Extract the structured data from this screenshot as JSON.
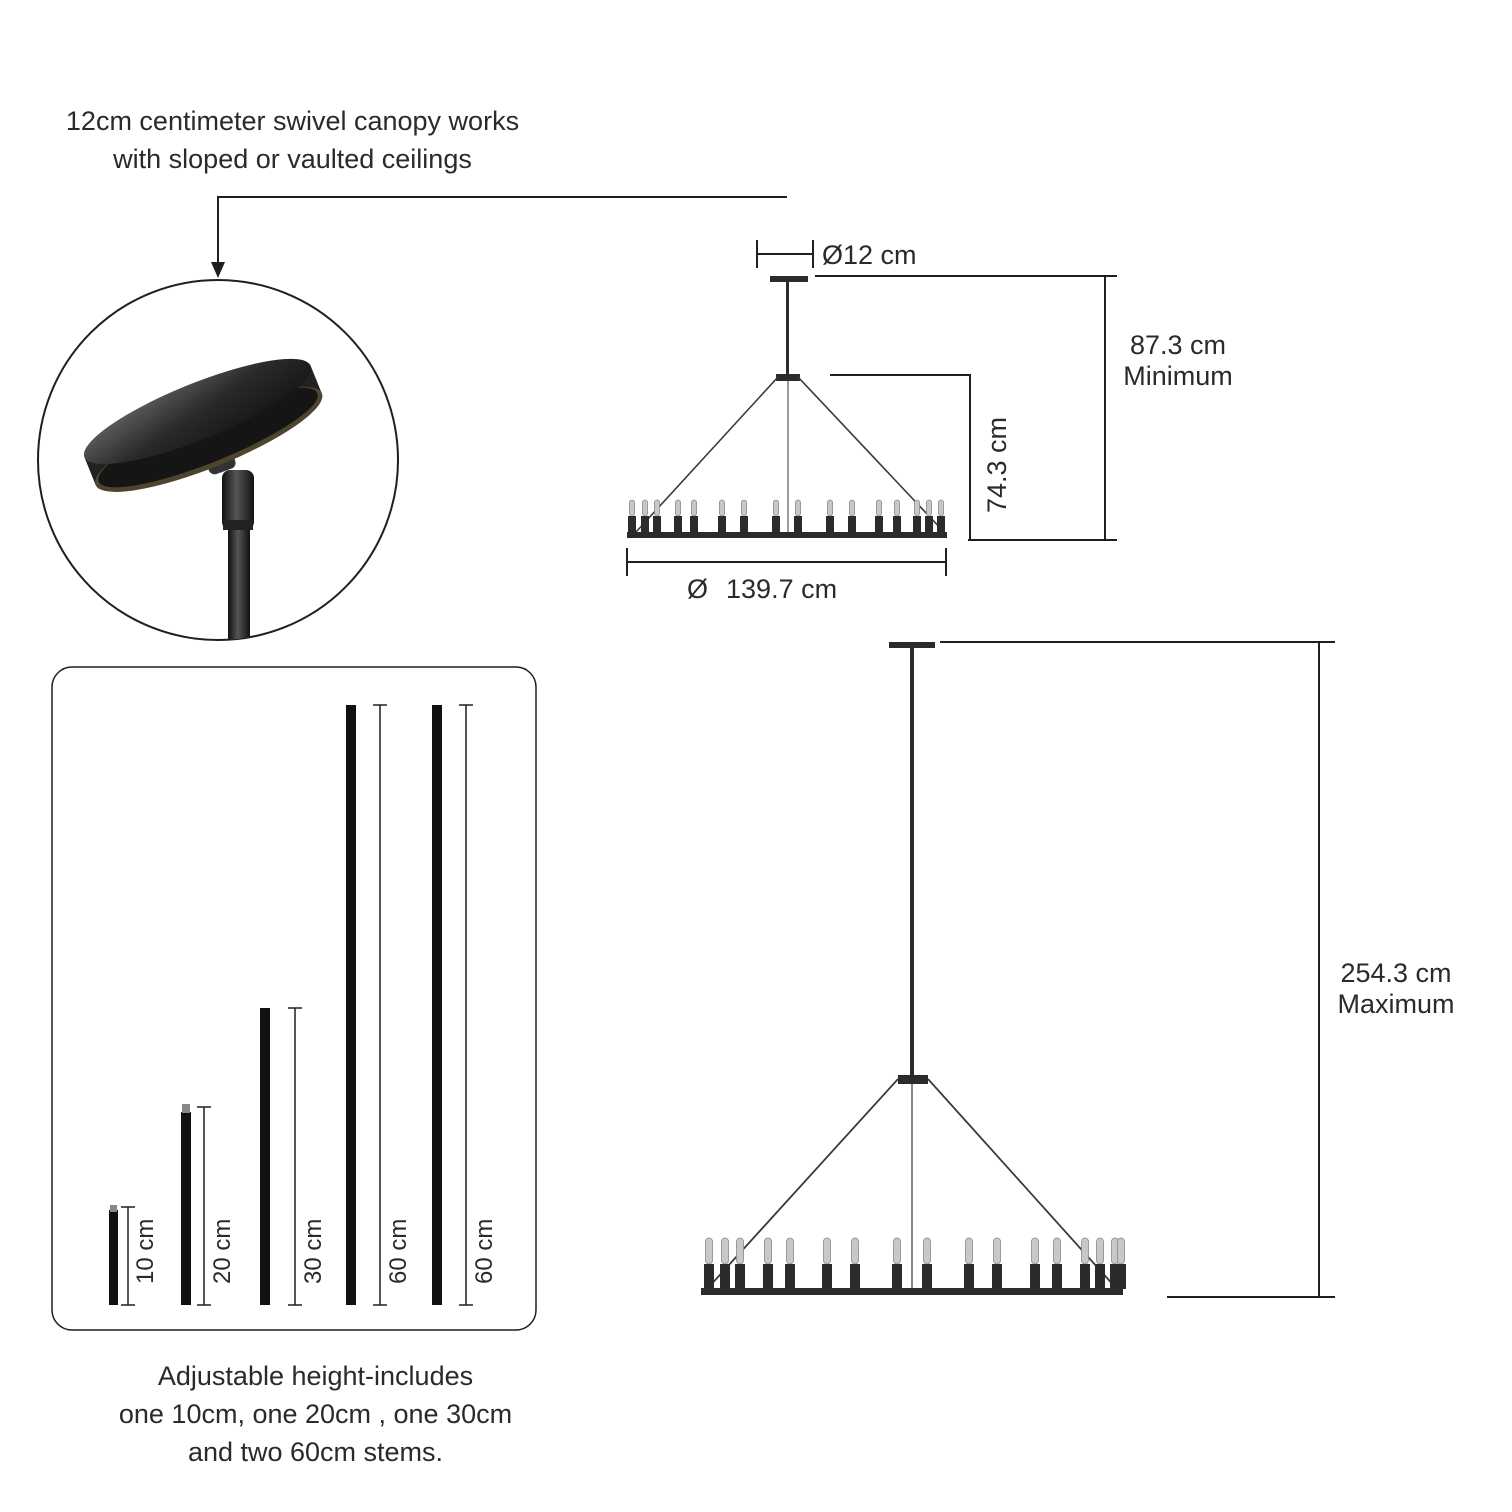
{
  "canopy_note": {
    "line1": "12cm centimeter swivel canopy works",
    "line2": "with sloped or vaulted ceilings"
  },
  "dimensions": {
    "canopy_diameter": "12 cm",
    "diameter_symbol": "Ø",
    "ring_diameter": "139.7 cm",
    "minimum_value": "87.3 cm",
    "minimum_label": "Minimum",
    "body_height": "74.3 cm",
    "maximum_value": "254.3 cm",
    "maximum_label": "Maximum"
  },
  "stems": [
    {
      "label": "10 cm"
    },
    {
      "label": "20 cm"
    },
    {
      "label": "30 cm"
    },
    {
      "label": "60 cm"
    },
    {
      "label": "60 cm"
    }
  ],
  "stems_note": {
    "line1": "Adjustable height-includes",
    "line2": "one 10cm, one 20cm , one 30cm",
    "line3": "and two 60cm stems."
  },
  "colors": {
    "line": "#1f1f1f",
    "fixture": "#2b2b2b",
    "bulb": "#c8c8c8",
    "text": "#2a2a2a"
  }
}
